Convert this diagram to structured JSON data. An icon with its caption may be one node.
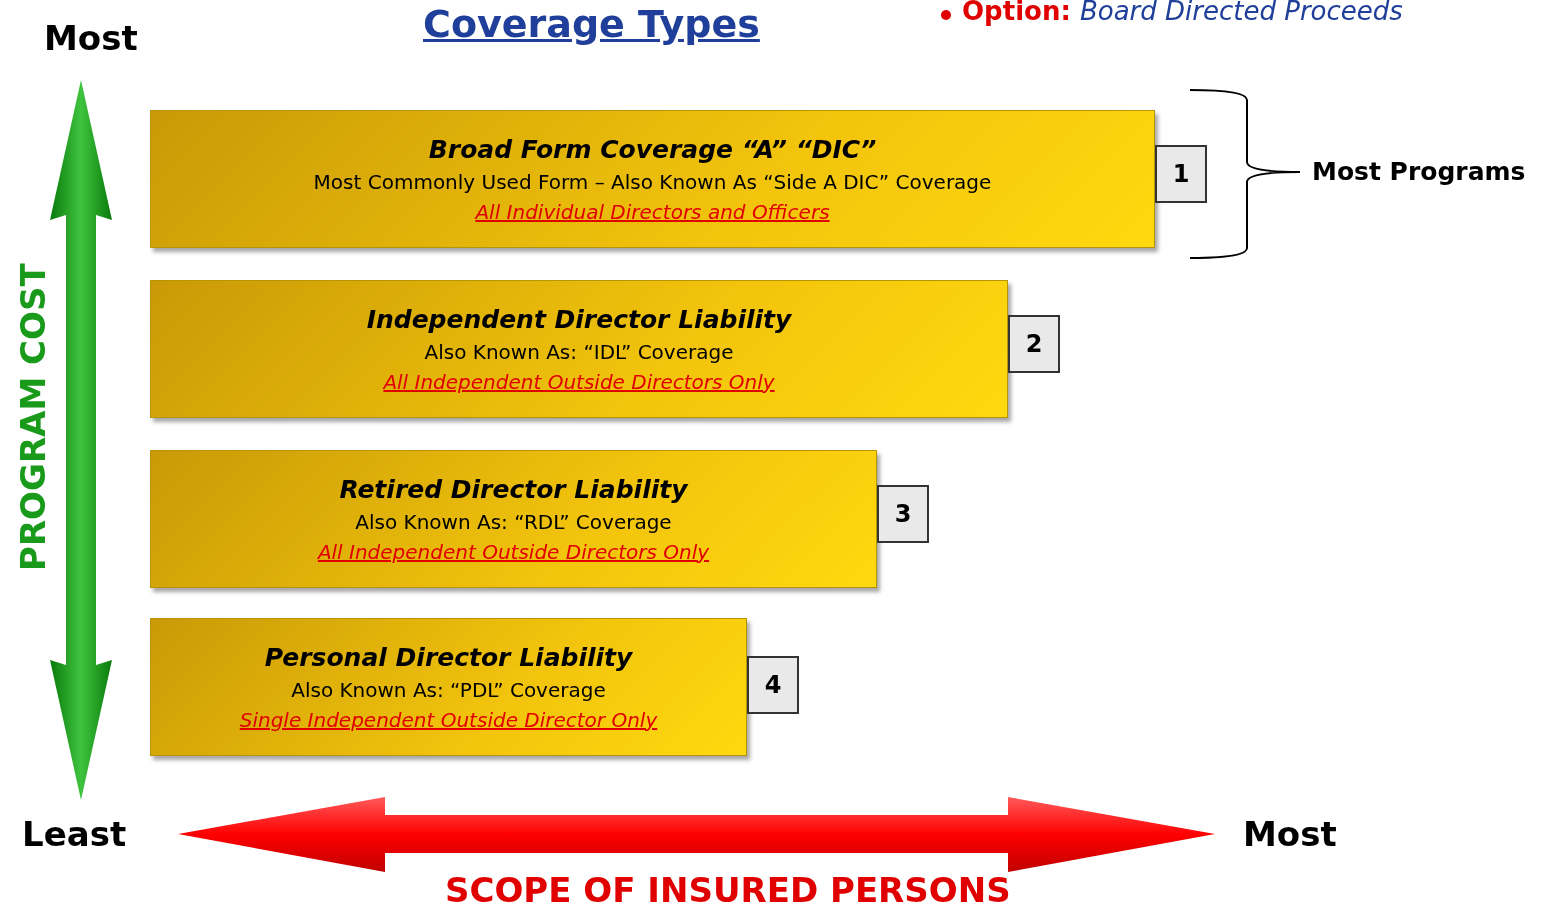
{
  "diagram": {
    "title": "Coverage Types",
    "nodes": [
      {
        "text": [
          "Broad Form Coverage “A” “DIC”",
          "Most Commonly Used Form – Also Known As “Side A DIC” Coverage",
          "All Individual Directors and Officers"
        ]
      },
      {
        "text": [
          "1"
        ]
      },
      {
        "text": [
          "Independent Director Liability",
          "Also Known As:  “IDL” Coverage",
          "All Independent Outside Directors Only"
        ]
      },
      {
        "text": [
          "2"
        ]
      },
      {
        "text": [
          "Retired Director Liability",
          "Also Known As:  “RDL” Coverage",
          "All Independent Outside Directors Only"
        ]
      },
      {
        "text": [
          "3"
        ]
      },
      {
        "text": [
          "Personal Director Liability",
          "Also Known As:  “PDL” Coverage",
          "Single Independent Outside Director Only"
        ]
      },
      {
        "text": [
          "4"
        ]
      }
    ],
    "edges": [],
    "labels": [
      "**Option:**  *Board Directed Proceeds*",
      "Most",
      "Most Programs",
      "PROGRAM COST",
      "Least",
      "Most",
      "SCOPE OF INSURED PERSONS"
    ]
  }
}
